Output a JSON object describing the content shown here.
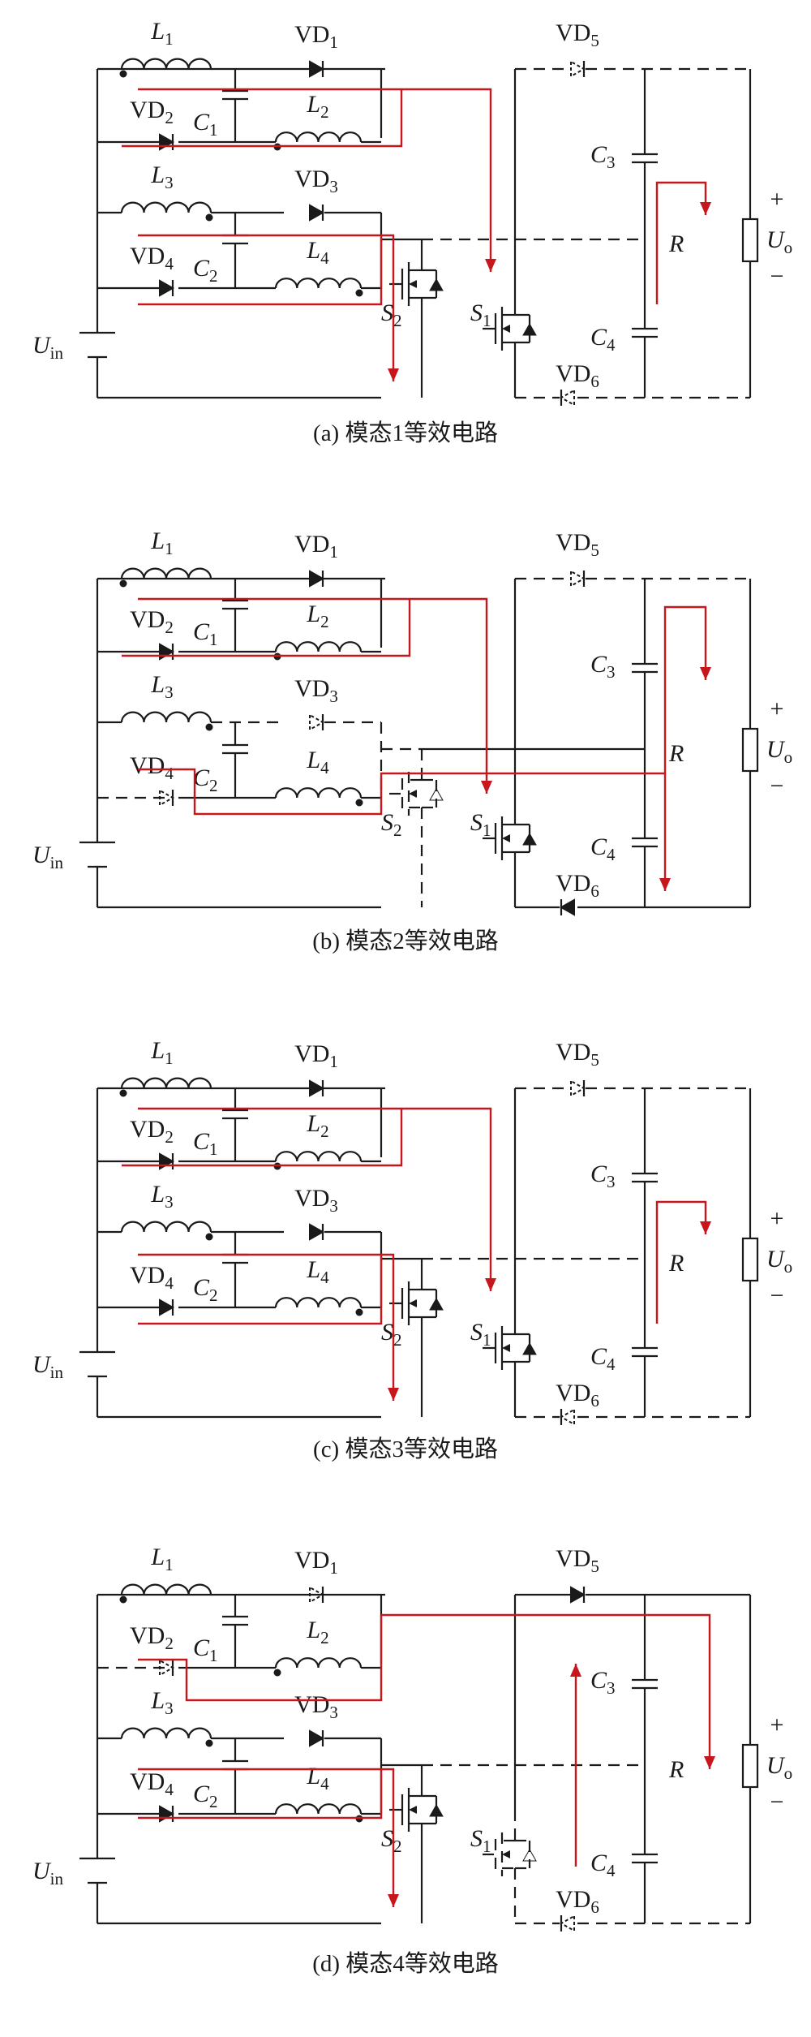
{
  "figure": {
    "panels": [
      {
        "caption": "(a) 模态1等效电路",
        "dashed": [
          "VD5",
          "VD6",
          "midwire"
        ],
        "labels": {
          "L1": "L",
          "L2": "L",
          "L3": "L",
          "L4": "L",
          "C1": "C",
          "C2": "C",
          "C3": "C",
          "C4": "C",
          "VD1": "VD",
          "VD2": "VD",
          "VD3": "VD",
          "VD4": "VD",
          "VD5": "VD",
          "VD6": "VD",
          "S1": "S",
          "S2": "S",
          "Uin": "U",
          "Uo": "U",
          "R": "R"
        }
      },
      {
        "caption": "(b) 模态2等效电路",
        "dashed": [
          "VD3",
          "VD4",
          "S2",
          "VD5"
        ]
      },
      {
        "caption": "(c) 模态3等效电路",
        "dashed": [
          "VD5",
          "VD6",
          "midwire"
        ]
      },
      {
        "caption": "(d) 模态4等效电路",
        "dashed": [
          "VD1",
          "VD2",
          "S1",
          "VD6",
          "midwire"
        ]
      }
    ],
    "component_labels": {
      "L1": {
        "main": "L",
        "sub": "1"
      },
      "L2": {
        "main": "L",
        "sub": "2"
      },
      "L3": {
        "main": "L",
        "sub": "3"
      },
      "L4": {
        "main": "L",
        "sub": "4"
      },
      "C1": {
        "main": "C",
        "sub": "1"
      },
      "C2": {
        "main": "C",
        "sub": "2"
      },
      "C3": {
        "main": "C",
        "sub": "3"
      },
      "C4": {
        "main": "C",
        "sub": "4"
      },
      "VD1": {
        "main": "VD",
        "sub": "1"
      },
      "VD2": {
        "main": "VD",
        "sub": "2"
      },
      "VD3": {
        "main": "VD",
        "sub": "3"
      },
      "VD4": {
        "main": "VD",
        "sub": "4"
      },
      "VD5": {
        "main": "VD",
        "sub": "5"
      },
      "VD6": {
        "main": "VD",
        "sub": "6"
      },
      "S1": {
        "main": "S",
        "sub": "1"
      },
      "S2": {
        "main": "S",
        "sub": "2"
      },
      "Uin": {
        "main": "U",
        "sub": "in"
      },
      "Uo": {
        "main": "U",
        "sub": "o"
      },
      "R": {
        "main": "R",
        "sub": ""
      },
      "plus": "+",
      "minus": "−"
    },
    "colors": {
      "wire": "#1a1a1a",
      "current_path": "#c8161d"
    }
  }
}
